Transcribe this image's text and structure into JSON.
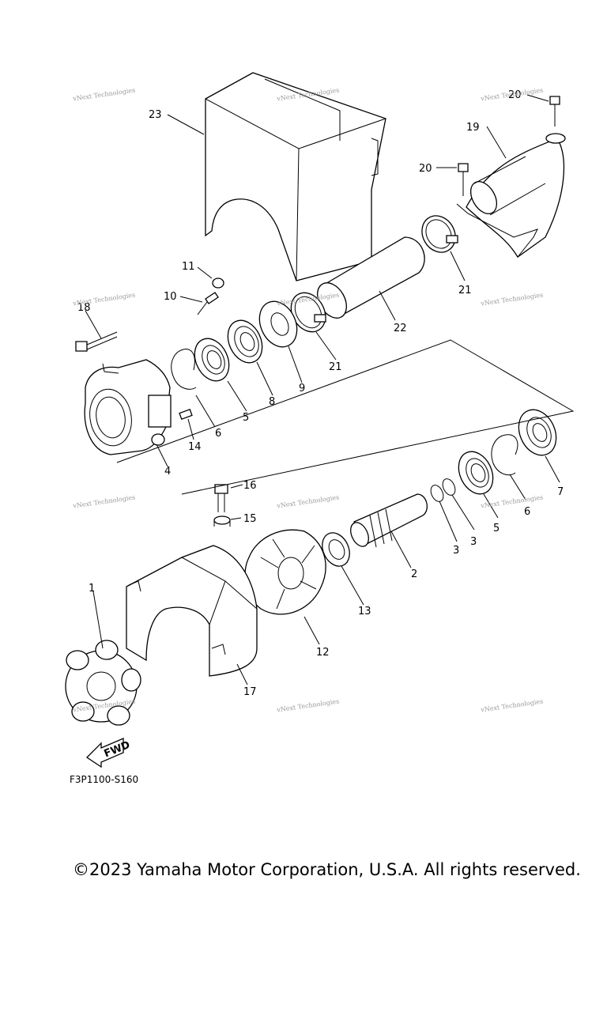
{
  "watermark": "vNext Technologies",
  "figure_code": "F3P1100-S160",
  "copyright": "©2023 Yamaha Motor Corporation, U.S.A. All rights reserved.",
  "fwd_label": "FWD",
  "callouts": [
    "23",
    "20",
    "19",
    "20",
    "21",
    "11",
    "10",
    "18",
    "22",
    "21",
    "9",
    "8",
    "5",
    "6",
    "14",
    "4",
    "7",
    "6",
    "5",
    "3",
    "3",
    "16",
    "15",
    "2",
    "13",
    "1",
    "12",
    "17"
  ]
}
